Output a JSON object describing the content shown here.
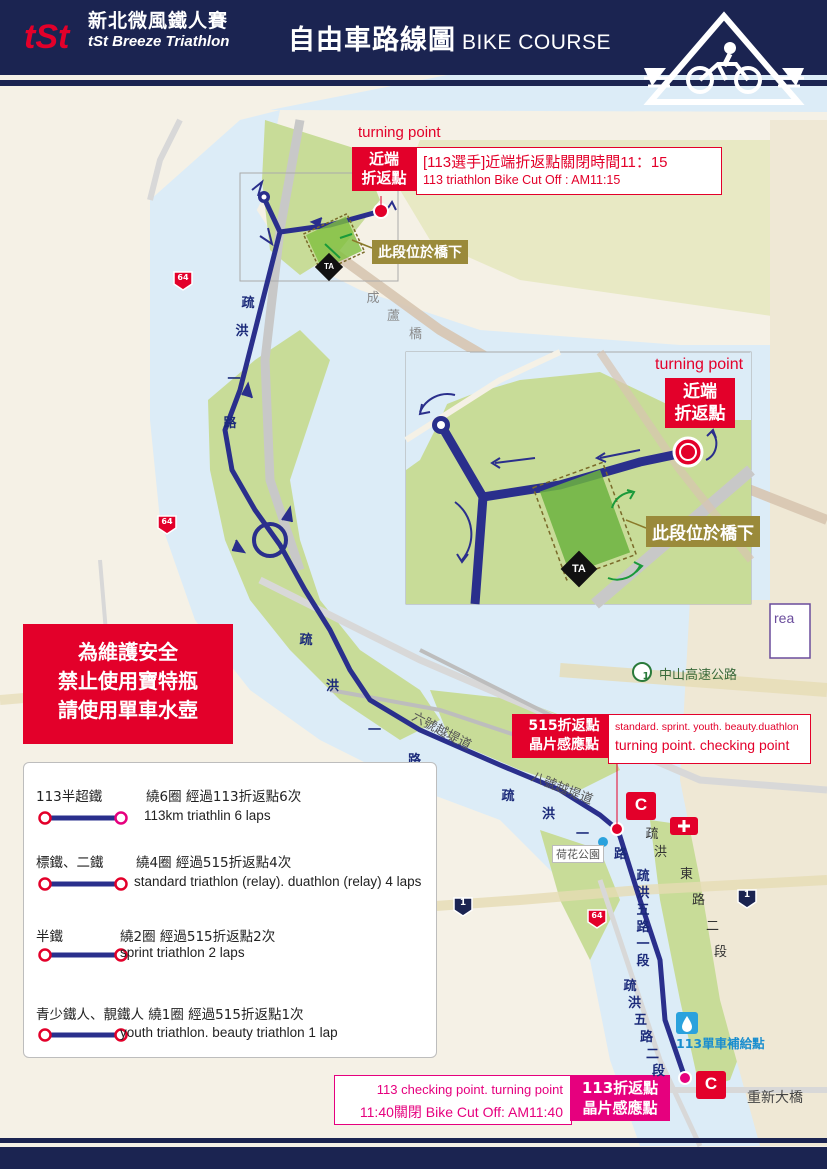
{
  "header": {
    "brand_zh": "新北微風鐵人賽",
    "brand_en": "tSt Breeze Triathlon",
    "logo_text": "tSt",
    "title_zh": "自由車路線圖",
    "title_en": "BIKE COURSE"
  },
  "colors": {
    "navy": "#1b2451",
    "course": "#2a2f8c",
    "red": "#e3002a",
    "magenta": "#e6007e",
    "river": "#dcecf7",
    "park": "#c8dc98",
    "land": "#f5f1e6"
  },
  "turnpoints": {
    "north": {
      "label_en": "turning point",
      "box_zh_1": "近端",
      "box_zh_2": "折返點",
      "callout_zh": "[113選手]近端折返點關閉時間11：15",
      "callout_en": "113 triathlon Bike Cut Off : AM11:15"
    },
    "under_bridge": "此段位於橋下",
    "ta": "TA",
    "inset": {
      "label_en": "turning point",
      "box_zh_1": "近端",
      "box_zh_2": "折返點",
      "under_bridge": "此段位於橋下",
      "ta": "TA"
    },
    "p515": {
      "box_zh_1": "515折返點",
      "box_zh_2": "晶片感應點",
      "en_1": "standard. sprint. youth. beauty.duathlon",
      "en_2": "turning point. checking point"
    },
    "p113": {
      "en_1": "113 checking point. turning point",
      "en_2": "11:40關閉 Bike Cut Off: AM11:40",
      "box_zh_1": "113折返點",
      "box_zh_2": "晶片感應點"
    }
  },
  "safety": {
    "line1": "為維護安全",
    "line2": "禁止使用寶特瓶",
    "line3": "請使用單車水壺"
  },
  "legend": [
    {
      "title": "113半超鐵",
      "desc": "繞6圈 經過113折返點6次",
      "en": "113km triathlin 6 laps",
      "end_color": "#e6007e"
    },
    {
      "title": "標鐵、二鐵",
      "desc": "繞4圈 經過515折返點4次",
      "en": "standard triathlon (relay). duathlon (relay) 4 laps",
      "end_color": "#e3002a"
    },
    {
      "title": "半鐵",
      "desc": "繞2圈 經過515折返點2次",
      "en": "sprint triathlon 2 laps",
      "end_color": "#e3002a"
    },
    {
      "title": "青少鐵人、靚鐵人 繞1圈 經過515折返點1次",
      "desc": "",
      "en": "youth triathlon. beauty triathlon 1 lap",
      "end_color": "#e3002a"
    }
  ],
  "map_labels": {
    "road_1": [
      "疏",
      "洪",
      "一",
      "路"
    ],
    "road_2": [
      "疏",
      "洪",
      "一",
      "路"
    ],
    "road_3": [
      "疏",
      "洪",
      "一",
      "路"
    ],
    "road_sec2_a": [
      "疏",
      "洪",
      "五",
      "路",
      "一",
      "段"
    ],
    "road_sec2_b": [
      "疏",
      "洪",
      "五",
      "路",
      "二",
      "段"
    ],
    "road_east": [
      "疏",
      "洪",
      "東",
      "路",
      "二",
      "段"
    ],
    "chenglu_bridge": [
      "成",
      "蘆",
      "橋"
    ],
    "levee_6": "六號越堤道",
    "levee_8": "八號越堤道",
    "hehua_park": "荷花公園",
    "zhongshan_fwy": "中山高速公路",
    "fwy_1": "1",
    "route_64": "64",
    "supply": "113單車補給點",
    "chongxin_bridge": "重新大橋",
    "area_text": "rea",
    "checkpoint": "C"
  }
}
